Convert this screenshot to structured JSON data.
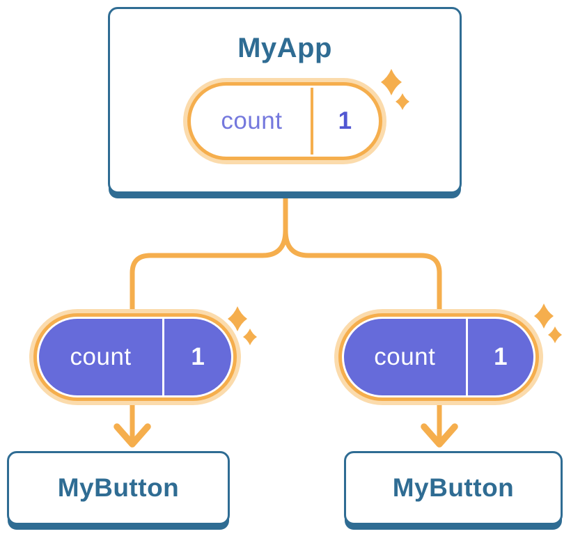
{
  "colors": {
    "node-blue": "#2f6c93",
    "line-orange": "#f5ae4d",
    "glow-peach": "#fbdbac",
    "pill-purple": "#666bda",
    "pill-key-purple": "#7478dd",
    "pill-value-purple": "#5157d2",
    "white": "#ffffff"
  },
  "diagram": {
    "root": {
      "title": "MyApp",
      "state": {
        "name": "count",
        "value": "1"
      }
    },
    "children": [
      {
        "title": "MyButton",
        "state": {
          "name": "count",
          "value": "1"
        }
      },
      {
        "title": "MyButton",
        "state": {
          "name": "count",
          "value": "1"
        }
      }
    ]
  },
  "icons": {
    "sparkle": "four-point-sparkle",
    "arrow": "down-arrow-chevron"
  }
}
